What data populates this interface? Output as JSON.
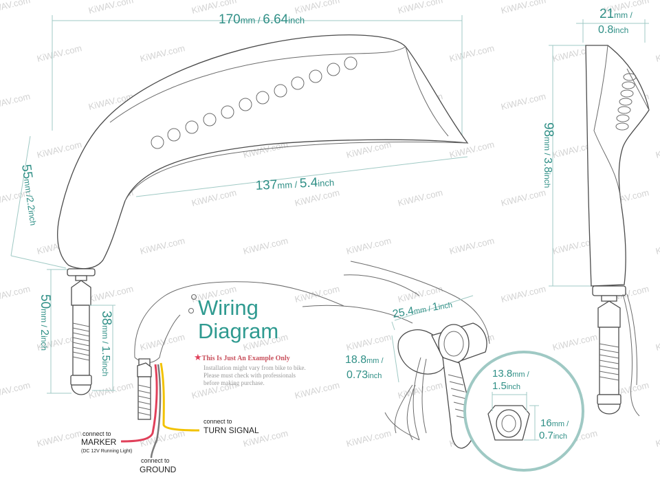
{
  "watermark": "KiWAV.com",
  "dimensions": {
    "total_length": {
      "value": "170",
      "unit": "mm",
      "sep": " / ",
      "imperial": "6.64",
      "iunit": "inch"
    },
    "inner_length": {
      "value": "137",
      "unit": "mm",
      "sep": " / ",
      "imperial": "5.4",
      "iunit": "inch"
    },
    "arm_height": {
      "value": "55",
      "unit": "mm",
      "sep": " /",
      "imperial": "2.2",
      "iunit": "inch"
    },
    "side_width": {
      "value": "21",
      "unit": "mm",
      "sep": " /",
      "imperial": "0.8",
      "iunit": "inch"
    },
    "side_height": {
      "value": "98",
      "unit": "mm",
      "sep": " / ",
      "imperial": "3.8",
      "iunit": "inch"
    },
    "stem_length": {
      "value": "50",
      "unit": "mm",
      "sep": " / ",
      "imperial": "2",
      "iunit": "inch"
    },
    "thread_length": {
      "value": "38",
      "unit": "mm",
      "sep": " / ",
      "imperial": "1.5",
      "iunit": "inch"
    },
    "bar_width": {
      "value": "25.4",
      "unit": "mm",
      "sep": " / ",
      "imperial": "1",
      "iunit": "inch"
    },
    "bar_dia": {
      "value": "18.8",
      "unit": "mm",
      "sep": " /",
      "imperial": "0.73",
      "iunit": "inch"
    },
    "hole_width": {
      "value": "13.8",
      "unit": "mm",
      "sep": " /",
      "imperial": "1.5",
      "iunit": "inch"
    },
    "hole_height": {
      "value": "16",
      "unit": "mm",
      "sep": " /",
      "imperial": "0.7",
      "iunit": "inch"
    }
  },
  "wiring": {
    "title_line1": "Wiring",
    "title_line2": "Diagram",
    "note_star": "★",
    "note_title": "This Is Just An Example Only",
    "note_lines": [
      "Installation might vary from bike to bike.",
      "Please must check with professionals",
      "before making purchase."
    ],
    "turn": {
      "small": "connect to",
      "big": "TURN SIGNAL"
    },
    "marker": {
      "small": "connect to",
      "big": "MARKER",
      "sub": "(DC 12V Running Light)"
    },
    "ground": {
      "small": "connect to",
      "big": "GROUND"
    },
    "colors": {
      "marker_wire": "#e0405a",
      "turn_wire": "#f2c200",
      "ground_wire": "#7a7a7a"
    }
  }
}
